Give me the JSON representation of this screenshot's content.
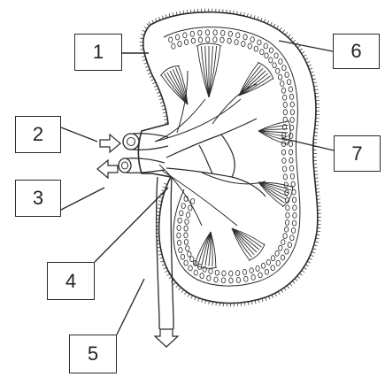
{
  "labels": {
    "l1": "1",
    "l2": "2",
    "l3": "3",
    "l4": "4",
    "l5": "5",
    "l6": "6",
    "l7": "7"
  },
  "colors": {
    "ink": "#2a2a2a",
    "paper": "#ffffff"
  }
}
